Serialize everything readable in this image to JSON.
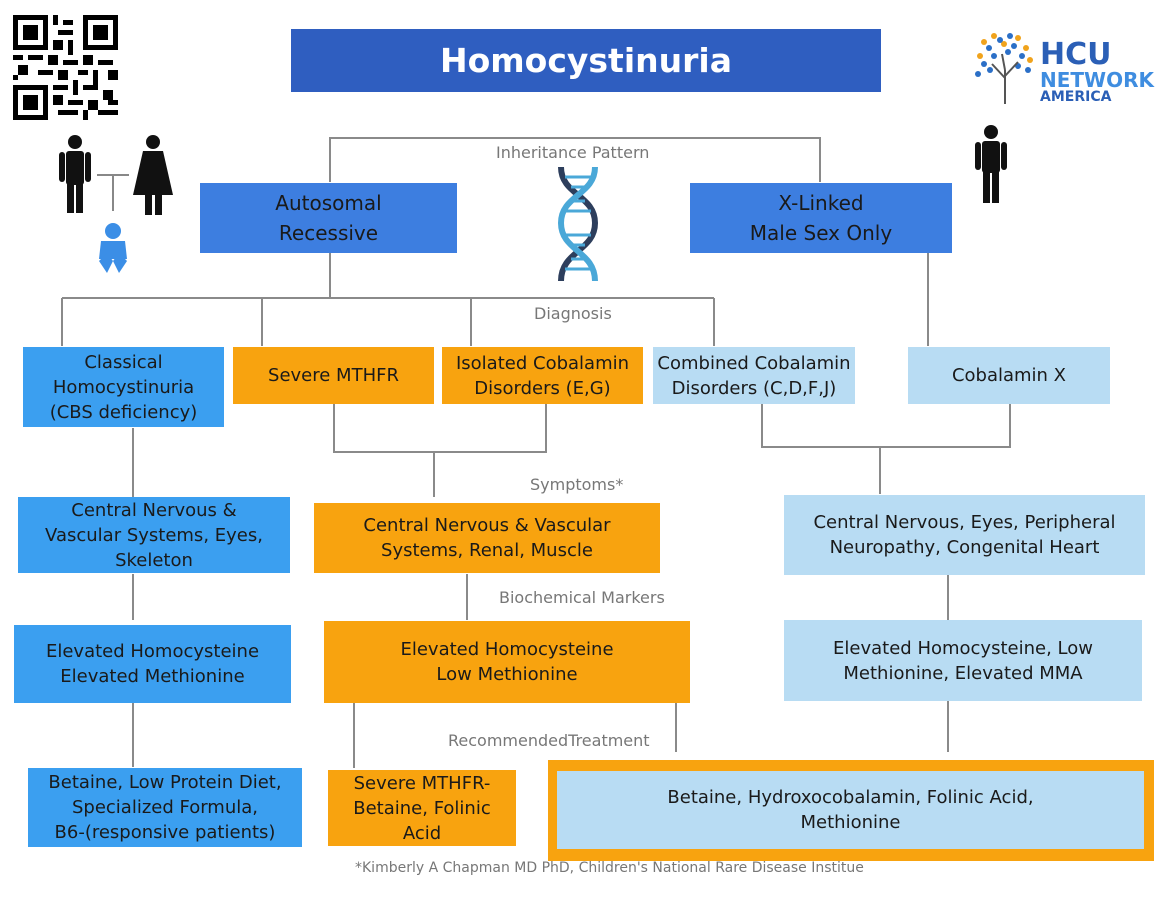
{
  "title": "Homocystinuria",
  "logo": {
    "line1": "HCU",
    "line2": "NETWORK",
    "line3": "AMERICA"
  },
  "labels": {
    "inheritance": "Inheritance Pattern",
    "diagnosis": "Diagnosis",
    "symptoms": "Symptoms*",
    "biochemical": "Biochemical Markers",
    "treatment": "RecommendedTreatment"
  },
  "inheritance": {
    "autosomal": "Autosomal\nRecessive",
    "xlinked": "X-Linked\nMale Sex Only"
  },
  "diagnosis": {
    "classical": "Classical\nHomocystinuria\n(CBS deficiency)",
    "mthfr": "Severe MTHFR",
    "isolated": "Isolated Cobalamin\nDisorders (E,G)",
    "combined": "Combined Cobalamin\nDisorders (C,D,F,J)",
    "cblx": "Cobalamin X"
  },
  "symptoms": {
    "classical": "Central Nervous  &\nVascular Systems, Eyes,\nSkeleton",
    "remethylation": "Central Nervous  & Vascular\nSystems, Renal, Muscle",
    "combined": "Central Nervous, Eyes, Peripheral\nNeuropathy, Congenital Heart"
  },
  "markers": {
    "classical": "Elevated Homocysteine\nElevated Methionine",
    "remethylation": "Elevated Homocysteine\nLow Methionine",
    "combined": "Elevated Homocysteine, Low\nMethionine, Elevated MMA"
  },
  "treatment": {
    "classical": "Betaine, Low Protein Diet,\nSpecialized Formula,\nB6-(responsive patients)",
    "mthfr": "Severe MTHFR-\nBetaine, Folinic\nAcid",
    "cobalamin": "Betaine, Hydroxocobalamin, Folinic Acid,\nMethionine"
  },
  "footnote": "*Kimberly A Chapman MD PhD, Children's National Rare Disease Institue",
  "colors": {
    "title": "#2f5ec0",
    "blue": "#3b9ff0",
    "orange": "#f8a30f",
    "light": "#b8dcf3",
    "royal": "#3d7ee0"
  }
}
